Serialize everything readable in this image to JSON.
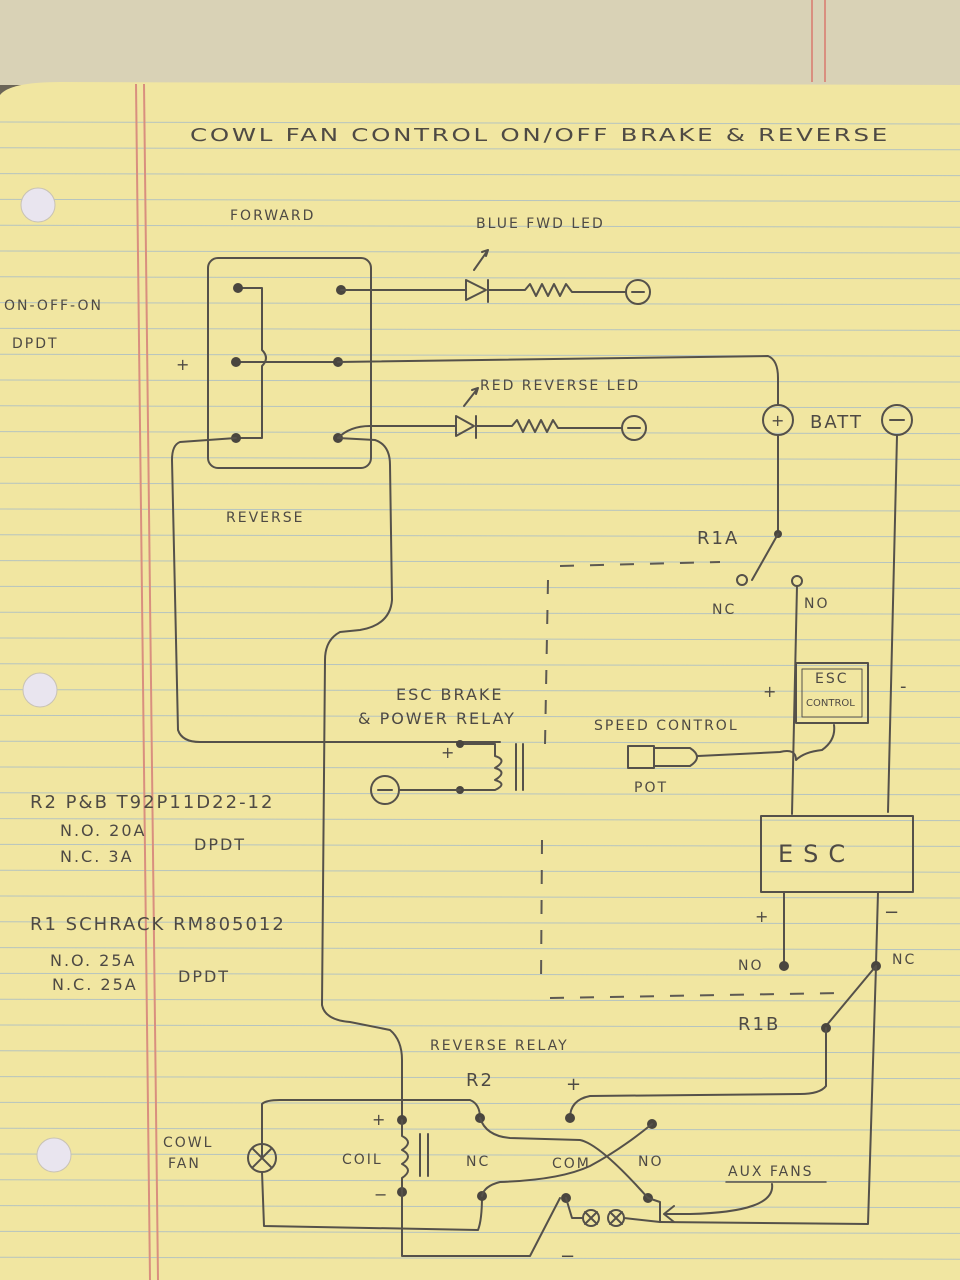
{
  "title": "COWL FAN CONTROL   ON/OFF   BRAKE & REVERSE",
  "switch": {
    "forward": "FORWARD",
    "reverse": "REVERSE",
    "type_1": "ON-OFF-ON",
    "type_2": "DPDT",
    "plus": "+"
  },
  "leds": {
    "blue": "BLUE FWD LED",
    "red": "RED REVERSE LED"
  },
  "battery": {
    "label": "BATT",
    "plus": "+",
    "minus": "−"
  },
  "r1a": {
    "label": "R1A",
    "nc": "NC",
    "no": "NO"
  },
  "esc_control": {
    "line1": "ESC",
    "line2": "CONTROL",
    "plus": "+",
    "minus": "-"
  },
  "esc_brake": {
    "line1": "ESC BRAKE",
    "line2": "& POWER RELAY",
    "plus": "+"
  },
  "speed": {
    "label": "SPEED CONTROL",
    "pot": "POT"
  },
  "esc": {
    "label": "ESC",
    "plus": "+",
    "minus": "−",
    "no": "NO",
    "nc": "NC"
  },
  "r1b": {
    "label": "R1B"
  },
  "r2_spec": {
    "line1": "R2   P&B T92P11D22-12",
    "line2": "N.O. 20A",
    "line3": "N.C. 3A",
    "dpdt": "DPDT"
  },
  "r1_spec": {
    "line1": "R1  SCHRACK RM805012",
    "line2": "N.O. 25A",
    "line3": "N.C. 25A",
    "dpdt": "DPDT"
  },
  "reverse_relay": {
    "label": "REVERSE RELAY",
    "r2": "R2",
    "plus_top": "+",
    "coil_plus": "+",
    "coil_minus": "−",
    "coil": "COIL",
    "nc": "NC",
    "com": "COM",
    "no": "NO",
    "bottom_minus": "−"
  },
  "cowl_fan": {
    "line1": "COWL",
    "line2": "FAN"
  },
  "aux_fans": "AUX FANS",
  "colors": {
    "paper": "#f1e6a1",
    "ruling": "#a3b9c9",
    "margin_line": "#d98f7f",
    "pencil": "#55514a",
    "background": "#6b6557"
  }
}
